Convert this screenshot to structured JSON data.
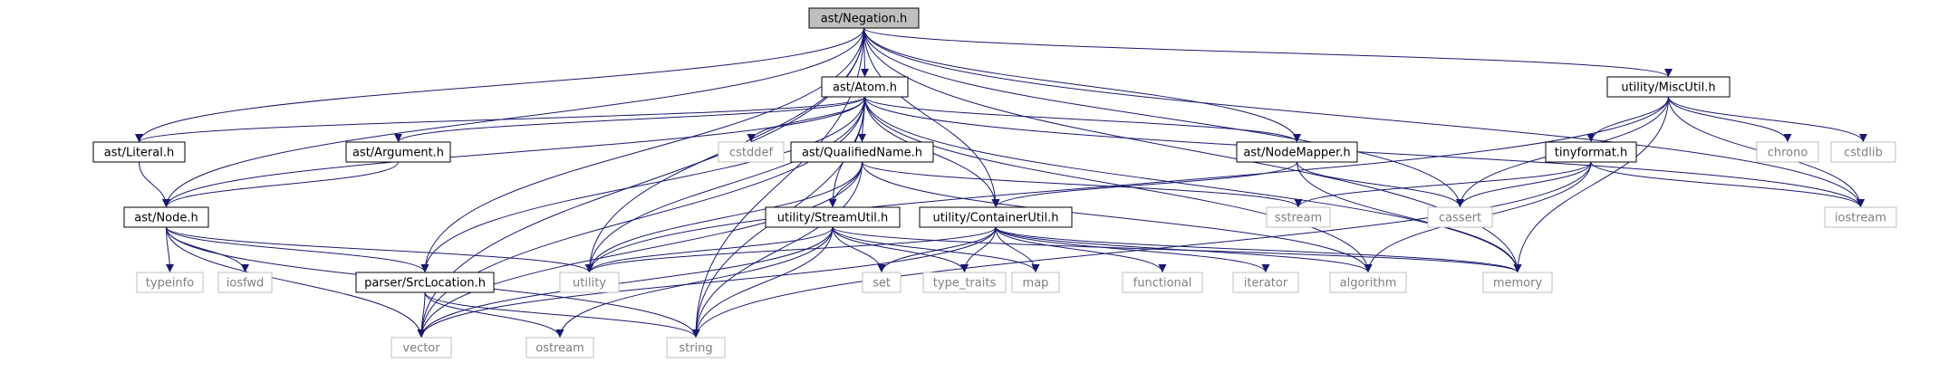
{
  "diagram": {
    "title": "ast/Negation.h",
    "colors": {
      "edge": "#191970",
      "root_fill": "#bfbfbf",
      "internal_border": "#000000",
      "external_border": "#bfbfbf",
      "external_text": "#7f7f7f",
      "internal_text": "#000000"
    },
    "nodes": [
      {
        "id": "negation",
        "label": "ast/Negation.h",
        "kind": "root"
      },
      {
        "id": "atom",
        "label": "ast/Atom.h",
        "kind": "internal"
      },
      {
        "id": "miscutil",
        "label": "utility/MiscUtil.h",
        "kind": "internal"
      },
      {
        "id": "literal",
        "label": "ast/Literal.h",
        "kind": "internal"
      },
      {
        "id": "argument",
        "label": "ast/Argument.h",
        "kind": "internal"
      },
      {
        "id": "cstddef",
        "label": "cstddef",
        "kind": "external"
      },
      {
        "id": "qualifiedname",
        "label": "ast/QualifiedName.h",
        "kind": "internal"
      },
      {
        "id": "nodemapper",
        "label": "ast/NodeMapper.h",
        "kind": "internal"
      },
      {
        "id": "tinyformat",
        "label": "tinyformat.h",
        "kind": "internal"
      },
      {
        "id": "chrono",
        "label": "chrono",
        "kind": "external"
      },
      {
        "id": "cstdlib",
        "label": "cstdlib",
        "kind": "external"
      },
      {
        "id": "node",
        "label": "ast/Node.h",
        "kind": "internal"
      },
      {
        "id": "streamutil",
        "label": "utility/StreamUtil.h",
        "kind": "internal"
      },
      {
        "id": "containerutil",
        "label": "utility/ContainerUtil.h",
        "kind": "internal"
      },
      {
        "id": "sstream",
        "label": "sstream",
        "kind": "external"
      },
      {
        "id": "cassert",
        "label": "cassert",
        "kind": "external"
      },
      {
        "id": "iostream",
        "label": "iostream",
        "kind": "external"
      },
      {
        "id": "typeinfo",
        "label": "typeinfo",
        "kind": "external"
      },
      {
        "id": "iosfwd",
        "label": "iosfwd",
        "kind": "external"
      },
      {
        "id": "utility",
        "label": "utility",
        "kind": "external"
      },
      {
        "id": "srclocation",
        "label": "parser/SrcLocation.h",
        "kind": "internal"
      },
      {
        "id": "set",
        "label": "set",
        "kind": "external"
      },
      {
        "id": "type_traits",
        "label": "type_traits",
        "kind": "external"
      },
      {
        "id": "map",
        "label": "map",
        "kind": "external"
      },
      {
        "id": "functional",
        "label": "functional",
        "kind": "external"
      },
      {
        "id": "iterator",
        "label": "iterator",
        "kind": "external"
      },
      {
        "id": "algorithm",
        "label": "algorithm",
        "kind": "external"
      },
      {
        "id": "memory",
        "label": "memory",
        "kind": "external"
      },
      {
        "id": "vector",
        "label": "vector",
        "kind": "external"
      },
      {
        "id": "ostream",
        "label": "ostream",
        "kind": "external"
      },
      {
        "id": "string",
        "label": "string",
        "kind": "external"
      }
    ],
    "edges": [
      [
        "negation",
        "atom"
      ],
      [
        "negation",
        "miscutil"
      ],
      [
        "negation",
        "literal"
      ],
      [
        "negation",
        "node"
      ],
      [
        "negation",
        "nodemapper"
      ],
      [
        "negation",
        "containerutil"
      ],
      [
        "negation",
        "srclocation"
      ],
      [
        "negation",
        "utility"
      ],
      [
        "negation",
        "vector"
      ],
      [
        "negation",
        "string"
      ],
      [
        "negation",
        "cassert"
      ],
      [
        "negation",
        "memory"
      ],
      [
        "negation",
        "iostream"
      ],
      [
        "atom",
        "literal"
      ],
      [
        "atom",
        "argument"
      ],
      [
        "atom",
        "cstddef"
      ],
      [
        "atom",
        "qualifiedname"
      ],
      [
        "atom",
        "nodemapper"
      ],
      [
        "atom",
        "node"
      ],
      [
        "atom",
        "streamutil"
      ],
      [
        "atom",
        "containerutil"
      ],
      [
        "atom",
        "srclocation"
      ],
      [
        "atom",
        "utility"
      ],
      [
        "atom",
        "vector"
      ],
      [
        "atom",
        "string"
      ],
      [
        "atom",
        "algorithm"
      ],
      [
        "atom",
        "iostream"
      ],
      [
        "atom",
        "memory"
      ],
      [
        "literal",
        "node"
      ],
      [
        "argument",
        "node"
      ],
      [
        "qualifiedname",
        "streamutil"
      ],
      [
        "qualifiedname",
        "utility"
      ],
      [
        "qualifiedname",
        "vector"
      ],
      [
        "qualifiedname",
        "string"
      ],
      [
        "qualifiedname",
        "sstream"
      ],
      [
        "qualifiedname",
        "algorithm"
      ],
      [
        "nodemapper",
        "containerutil"
      ],
      [
        "nodemapper",
        "cassert"
      ],
      [
        "nodemapper",
        "memory"
      ],
      [
        "miscutil",
        "tinyformat"
      ],
      [
        "miscutil",
        "cassert"
      ],
      [
        "miscutil",
        "chrono"
      ],
      [
        "miscutil",
        "cstdlib"
      ],
      [
        "miscutil",
        "iostream"
      ],
      [
        "miscutil",
        "memory"
      ],
      [
        "miscutil",
        "utility"
      ],
      [
        "tinyformat",
        "cassert"
      ],
      [
        "tinyformat",
        "iostream"
      ],
      [
        "tinyformat",
        "sstream"
      ],
      [
        "tinyformat",
        "algorithm"
      ],
      [
        "tinyformat",
        "string"
      ],
      [
        "node",
        "typeinfo"
      ],
      [
        "node",
        "iosfwd"
      ],
      [
        "node",
        "srclocation"
      ],
      [
        "node",
        "utility"
      ],
      [
        "node",
        "vector"
      ],
      [
        "node",
        "string"
      ],
      [
        "streamutil",
        "set"
      ],
      [
        "streamutil",
        "map"
      ],
      [
        "streamutil",
        "type_traits"
      ],
      [
        "streamutil",
        "utility"
      ],
      [
        "streamutil",
        "ostream"
      ],
      [
        "streamutil",
        "string"
      ],
      [
        "streamutil",
        "vector"
      ],
      [
        "streamutil",
        "memory"
      ],
      [
        "containerutil",
        "set"
      ],
      [
        "containerutil",
        "map"
      ],
      [
        "containerutil",
        "type_traits"
      ],
      [
        "containerutil",
        "utility"
      ],
      [
        "containerutil",
        "functional"
      ],
      [
        "containerutil",
        "iterator"
      ],
      [
        "containerutil",
        "algorithm"
      ],
      [
        "containerutil",
        "memory"
      ],
      [
        "containerutil",
        "vector"
      ],
      [
        "srclocation",
        "vector"
      ],
      [
        "srclocation",
        "ostream"
      ],
      [
        "srclocation",
        "string"
      ]
    ]
  }
}
